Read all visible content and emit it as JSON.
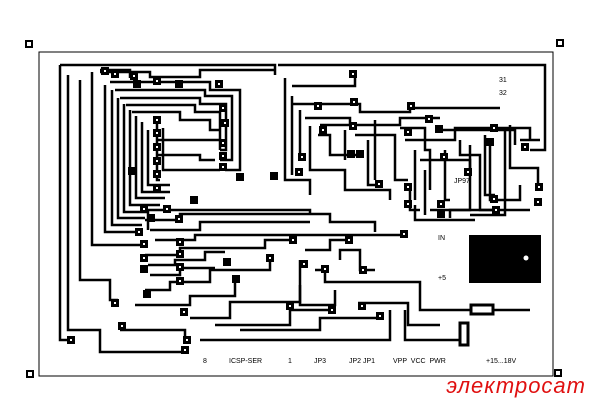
{
  "board": {
    "labels": {
      "pin31": "31",
      "pin32": "32",
      "jp97": "JP97",
      "in": "IN",
      "plus5": "+5",
      "bottom_8": "8",
      "icsp_ser": "ICSP-SER",
      "bottom_1": "1",
      "jp3": "JP3",
      "jp2_jp1": "JP2 JP1",
      "vpp_vcc_pwr": "VPP  VCC  PWR",
      "voltage_range": "+15...18V"
    },
    "colors": {
      "trace": "#000000",
      "background": "#ffffff"
    }
  },
  "brand": {
    "text": "электросат",
    "color": "#e01010"
  }
}
